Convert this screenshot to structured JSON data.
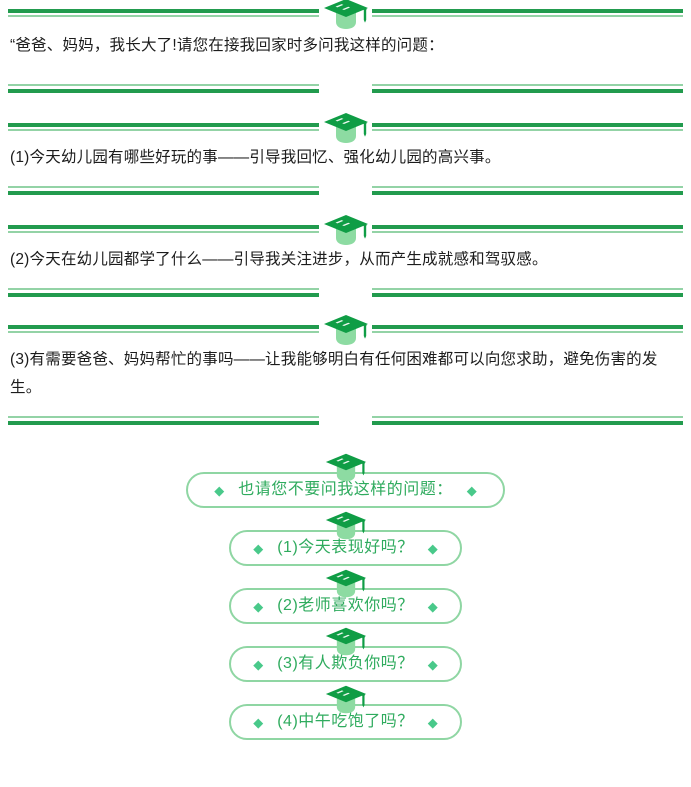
{
  "theme": {
    "rule_dark": "#229b4e",
    "rule_light": "#93d3a6",
    "pill_border": "#8fd6a3",
    "pill_text": "#2fab5e",
    "diamond": "#49c98a",
    "cap_top": "#0f9d45",
    "cap_body": "#8ddba2",
    "body_text": "#1c1c1c"
  },
  "icons": {
    "cap": "graduation-cap-icon",
    "diamond": "diamond-bullet-icon"
  },
  "sections": [
    {
      "id": "intro",
      "text": "“爸爸、妈妈，我长大了!请您在接我回家时多问我这样的问题："
    },
    {
      "id": "question-1",
      "text": "(1)今天幼儿园有哪些好玩的事——引导我回忆、强化幼儿园的高兴事。"
    },
    {
      "id": "question-2",
      "text": "(2)今天在幼儿园都学了什么——引导我关注进步，从而产生成就感和驾驭感。"
    },
    {
      "id": "question-3",
      "text": "(3)有需要爸爸、妈妈帮忙的事吗——让我能够明白有任何困难都可以向您求助，避免伤害的发生。"
    }
  ],
  "avoid": {
    "lead": "也请您不要问我这样的问题：",
    "items": [
      "(1)今天表现好吗？",
      "(2)老师喜欢你吗？",
      "(3)有人欺负你吗？",
      "(4)中午吃饱了吗？"
    ],
    "bullet": "◆"
  }
}
